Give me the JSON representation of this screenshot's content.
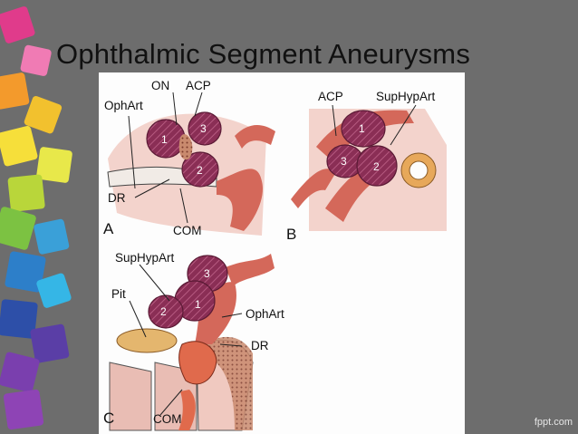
{
  "slide": {
    "title": "Ophthalmic Segment Aneurysms",
    "watermark": "fppt.com"
  },
  "figure": {
    "panel_a": {
      "letter": "A",
      "labels": {
        "on": "ON",
        "acp": "ACP",
        "ophart": "OphArt",
        "dr": "DR",
        "com": "COM"
      },
      "numbers": [
        "1",
        "2",
        "3"
      ]
    },
    "panel_b": {
      "letter": "B",
      "labels": {
        "acp": "ACP",
        "suphypart": "SupHypArt"
      },
      "numbers": [
        "1",
        "2",
        "3"
      ]
    },
    "panel_c": {
      "letter": "C",
      "labels": {
        "suphypart": "SupHypArt",
        "pit": "Pit",
        "ophart": "OphArt",
        "dr": "DR",
        "com": "COM"
      },
      "numbers": [
        "1",
        "2",
        "3"
      ]
    }
  },
  "colors": {
    "slide_bg": "#6d6d6d",
    "aneurysm": "#8a2e55",
    "artery": "#d4685a",
    "tissue": "#e9bdb4"
  }
}
